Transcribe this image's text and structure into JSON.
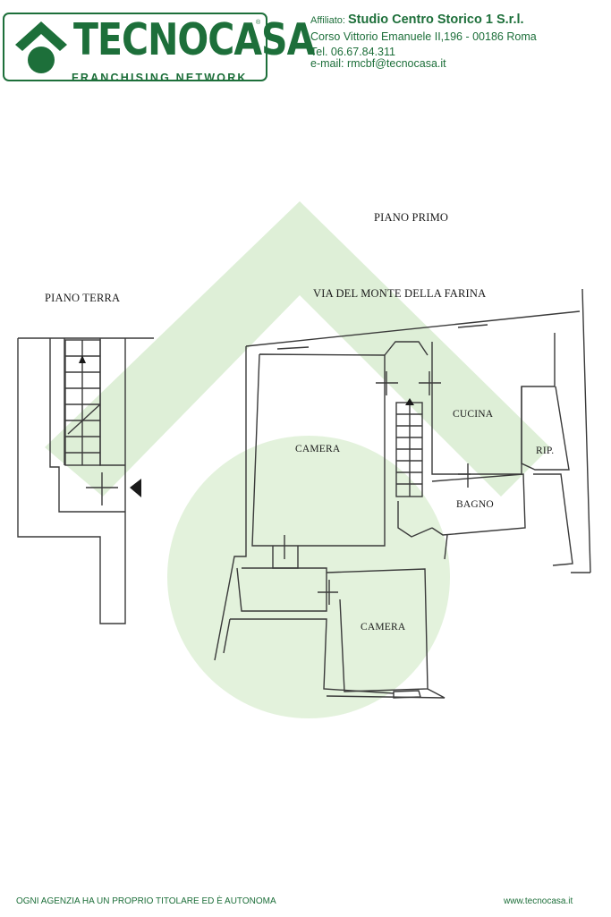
{
  "logo": {
    "brand": "TECNOCASA",
    "registered": "®",
    "subtitle": "FRANCHISING NETWORK",
    "icon": "house-circle-logo-icon"
  },
  "agency": {
    "prefix": "Affiliato:",
    "name": "Studio Centro Storico 1 S.r.l.",
    "address": "Corso Vittorio Emanuele II,196 - 00186 Roma",
    "phone": "Tel. 06.67.84.311",
    "email": "e-mail: rmcbf@tecnocasa.it"
  },
  "plan": {
    "floor_first": "PIANO PRIMO",
    "floor_ground": "PIANO TERRA",
    "street": "VIA DEL MONTE DELLA FARINA",
    "rooms": {
      "camera_top": "CAMERA",
      "cucina": "CUCINA",
      "rip": "RIP.",
      "bagno": "BAGNO",
      "camera_bottom": "CAMERA"
    }
  },
  "footer": {
    "disclaimer": "OGNI AGENZIA HA UN PROPRIO TITOLARE ED È AUTONOMA",
    "website": "www.tecnocasa.it"
  },
  "colors": {
    "brand_green": "#1d6f3a",
    "watermark_green": "#c9e3bf",
    "wall": "#3a3a3a"
  }
}
